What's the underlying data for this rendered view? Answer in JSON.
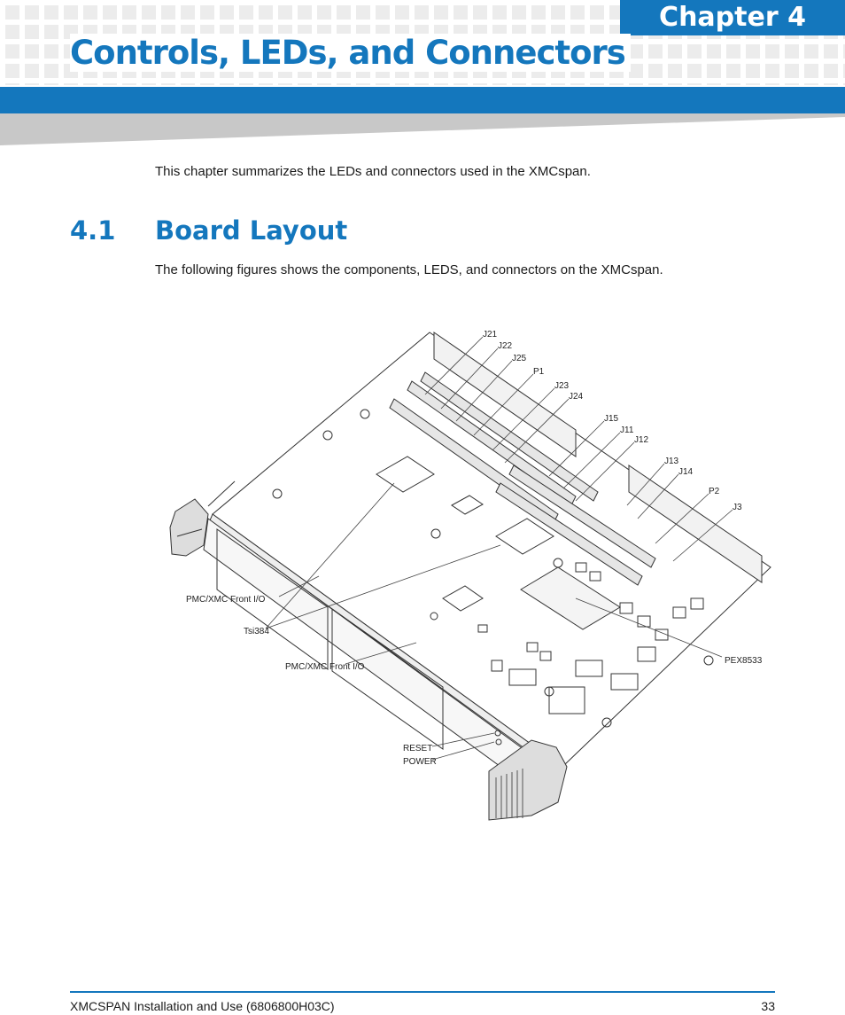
{
  "header": {
    "chapter_label": "Chapter 4",
    "title": "Controls, LEDs, and Connectors",
    "accent_color": "#1477bd"
  },
  "intro": "This chapter summarizes the LEDs and connectors used in the XMCspan.",
  "section": {
    "number": "4.1",
    "title": "Board Layout",
    "paragraph": "The following figures shows the components, LEDS, and connectors on the XMCspan."
  },
  "figure": {
    "labels": {
      "j21": "J21",
      "j22": "J22",
      "j25": "J25",
      "p1": "P1",
      "j23": "J23",
      "j24": "J24",
      "j15": "J15",
      "j11": "J11",
      "j12": "J12",
      "j13": "J13",
      "j14": "J14",
      "p2": "P2",
      "j3": "J3",
      "pmc_front_1": "PMC/XMC Front I/O",
      "tsi384": "Tsi384",
      "pmc_front_2": "PMC/XMC Front I/O",
      "pex8533": "PEX8533",
      "reset": "RESET",
      "power": "POWER"
    }
  },
  "footer": {
    "doc_title": "XMCSPAN Installation and Use (6806800H03C)",
    "page_number": "33"
  }
}
